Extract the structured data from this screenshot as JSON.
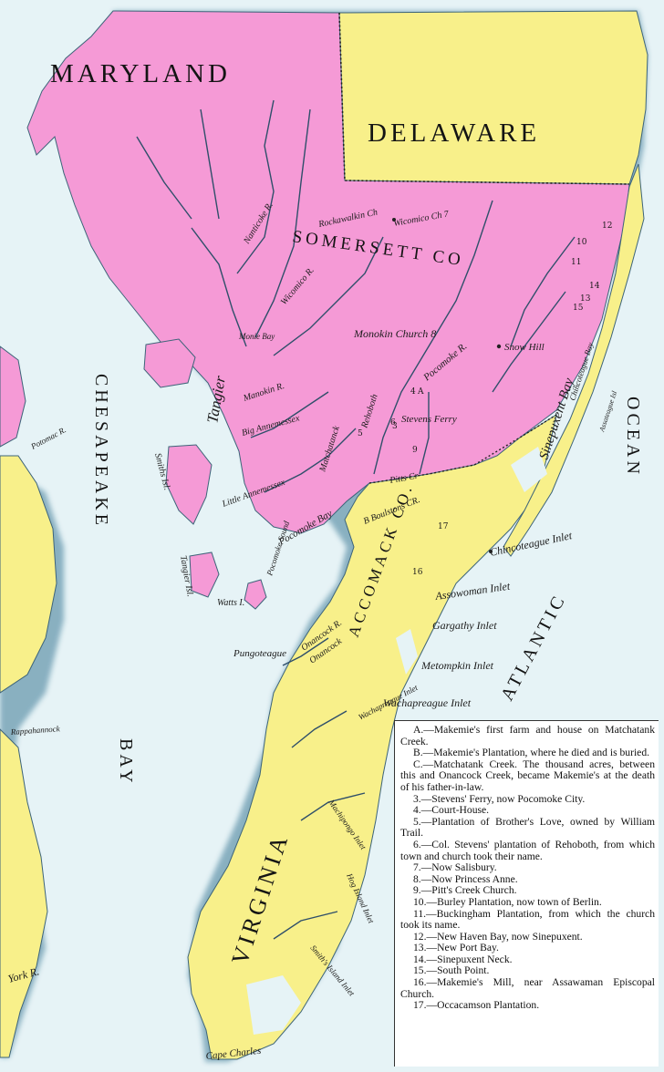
{
  "colors": {
    "maryland": "#f59ad6",
    "delaware_virginia": "#f8f08a",
    "water": "#e6f3f6",
    "coast_shade": "#7fa9bb",
    "boundary": "#222222"
  },
  "labels": {
    "maryland": "MARYLAND",
    "delaware": "DELAWARE",
    "somersett": "SOMERSETT CO",
    "chesapeake": "CHESAPEAKE",
    "bay": "BAY",
    "atlantic": "ATLANTIC",
    "ocean": "OCEAN",
    "accomack": "ACCOMACK CO.",
    "virginia": "VIRGINIA",
    "tangier": "Tangier",
    "sinepuxent_bay": "Sinepuxent Bay",
    "monokin_church": "Monokin Church 8",
    "snow_hill": "Snow Hill",
    "stevens_ferry": "Stevens Ferry",
    "pocomoke_r": "Pocomoke R.",
    "pocomoke_bay": "Pocomoke Bay",
    "pitts_cr": "Pitts Cr",
    "b_boulstons": "B Boulstons CR.",
    "wicomico_ch": "Wicomico Ch 7",
    "rockawalkin": "Rockawalkin Ch",
    "nanticoke_r": "Nanticoke R.",
    "wicomico_r": "Wicomico R.",
    "monie": "Monie Bay",
    "manokin_r": "Manokin R.",
    "big_annemessex": "Big Annemessex",
    "little_annemessex": "Little Annemessex",
    "rehoboth": "Rehoboth",
    "matchatanck": "Matchatanck",
    "smiths_isl": "Smiths Isl.",
    "tangier_isl": "Tangier Isl.",
    "watts": "Watts I.",
    "pocomoke_sound": "Pocomoke Sound",
    "pungoteague": "Pungoteague",
    "onancock": "Onancock R.",
    "onancock2": "Onancock",
    "chincoteague_bay": "Chincoteague Bay",
    "chincoteague_inlet": "Chincoteague Inlet",
    "assowoman_inlet": "Assowoman Inlet",
    "gargathy_inlet": "Gargathy Inlet",
    "metompkin_inlet": "Metompkin Inlet",
    "wachapreague_inlet": "Wachapreague Inlet",
    "wachapreague": "Wachapreague Inlet",
    "machipongo": "Machipongo Inlet",
    "hog_island": "Hog Island Inlet",
    "smiths_island_inlet": "Smith's Island Inlet",
    "cape_charles": "Cape Charles",
    "york_r": "York R.",
    "rappahannock": "Rappahannock",
    "potomac_r": "Potomac R.",
    "assateague": "Assateague Isl",
    "n3": "3",
    "n4": "4",
    "n5": "5",
    "n6": "6",
    "n9": "9",
    "n10": "10",
    "n11": "11",
    "n12": "12",
    "n13": "13",
    "n14": "14",
    "n15": "15",
    "n16": "16",
    "n17": "17",
    "sA": "A"
  },
  "legend": [
    "A.—Makemie's first farm and house on Matchatank Creek.",
    "B.—Makemie's Plantation, where he died and is buried.",
    "C.—Matchatank Creek. The thousand acres, between this and Onancock Creek, became Makemie's at the death of his father-in-law.",
    "3.—Stevens' Ferry, now Pocomoke City.",
    "4.—Court-House.",
    "5.—Plantation of Brother's Love, owned by William Trail.",
    "6.—Col. Stevens' plantation of Rehoboth, from which town and church took their name.",
    "7.—Now Salisbury.",
    "8.—Now Princess Anne.",
    "9.—Pitt's Creek Church.",
    "10.—Burley Plantation, now town of Berlin.",
    "11.—Buckingham Plantation, from which the church took its name.",
    "12.—New Haven Bay, now Sinepuxent.",
    "13.—New Port Bay.",
    "14.—Sinepuxent Neck.",
    "15.—South Point.",
    "16.—Makemie's Mill, near Assawaman Episcopal Church.",
    "17.—Occacamson Plantation."
  ]
}
